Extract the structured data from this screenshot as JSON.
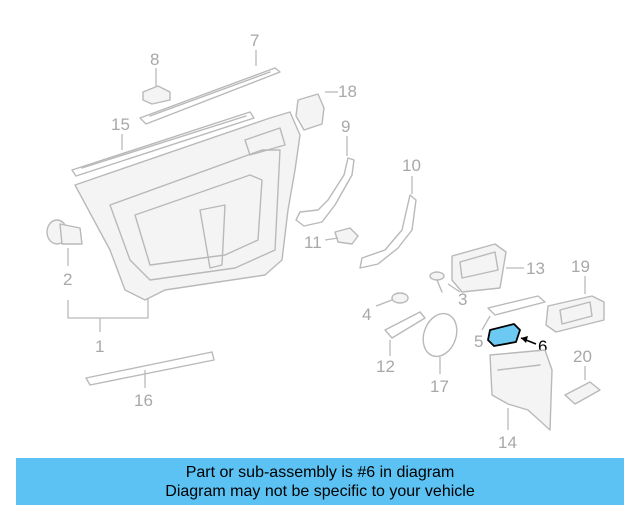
{
  "callouts": {
    "c1": "1",
    "c2": "2",
    "c3": "3",
    "c4": "4",
    "c5": "5",
    "c6": "6",
    "c7": "7",
    "c8": "8",
    "c9": "9",
    "c10": "10",
    "c11": "11",
    "c12": "12",
    "c13": "13",
    "c14": "14",
    "c15": "15",
    "c16": "16",
    "c17": "17",
    "c18": "18",
    "c19": "19",
    "c20": "20"
  },
  "highlighted_part": "6",
  "colors": {
    "banner": "#5bc2f3",
    "highlight": "#6ccaf2",
    "line": "#b9b9b9"
  },
  "banner": {
    "line1": "Part or sub-assembly is #6 in diagram",
    "line2": "Diagram may not be specific to your vehicle"
  }
}
